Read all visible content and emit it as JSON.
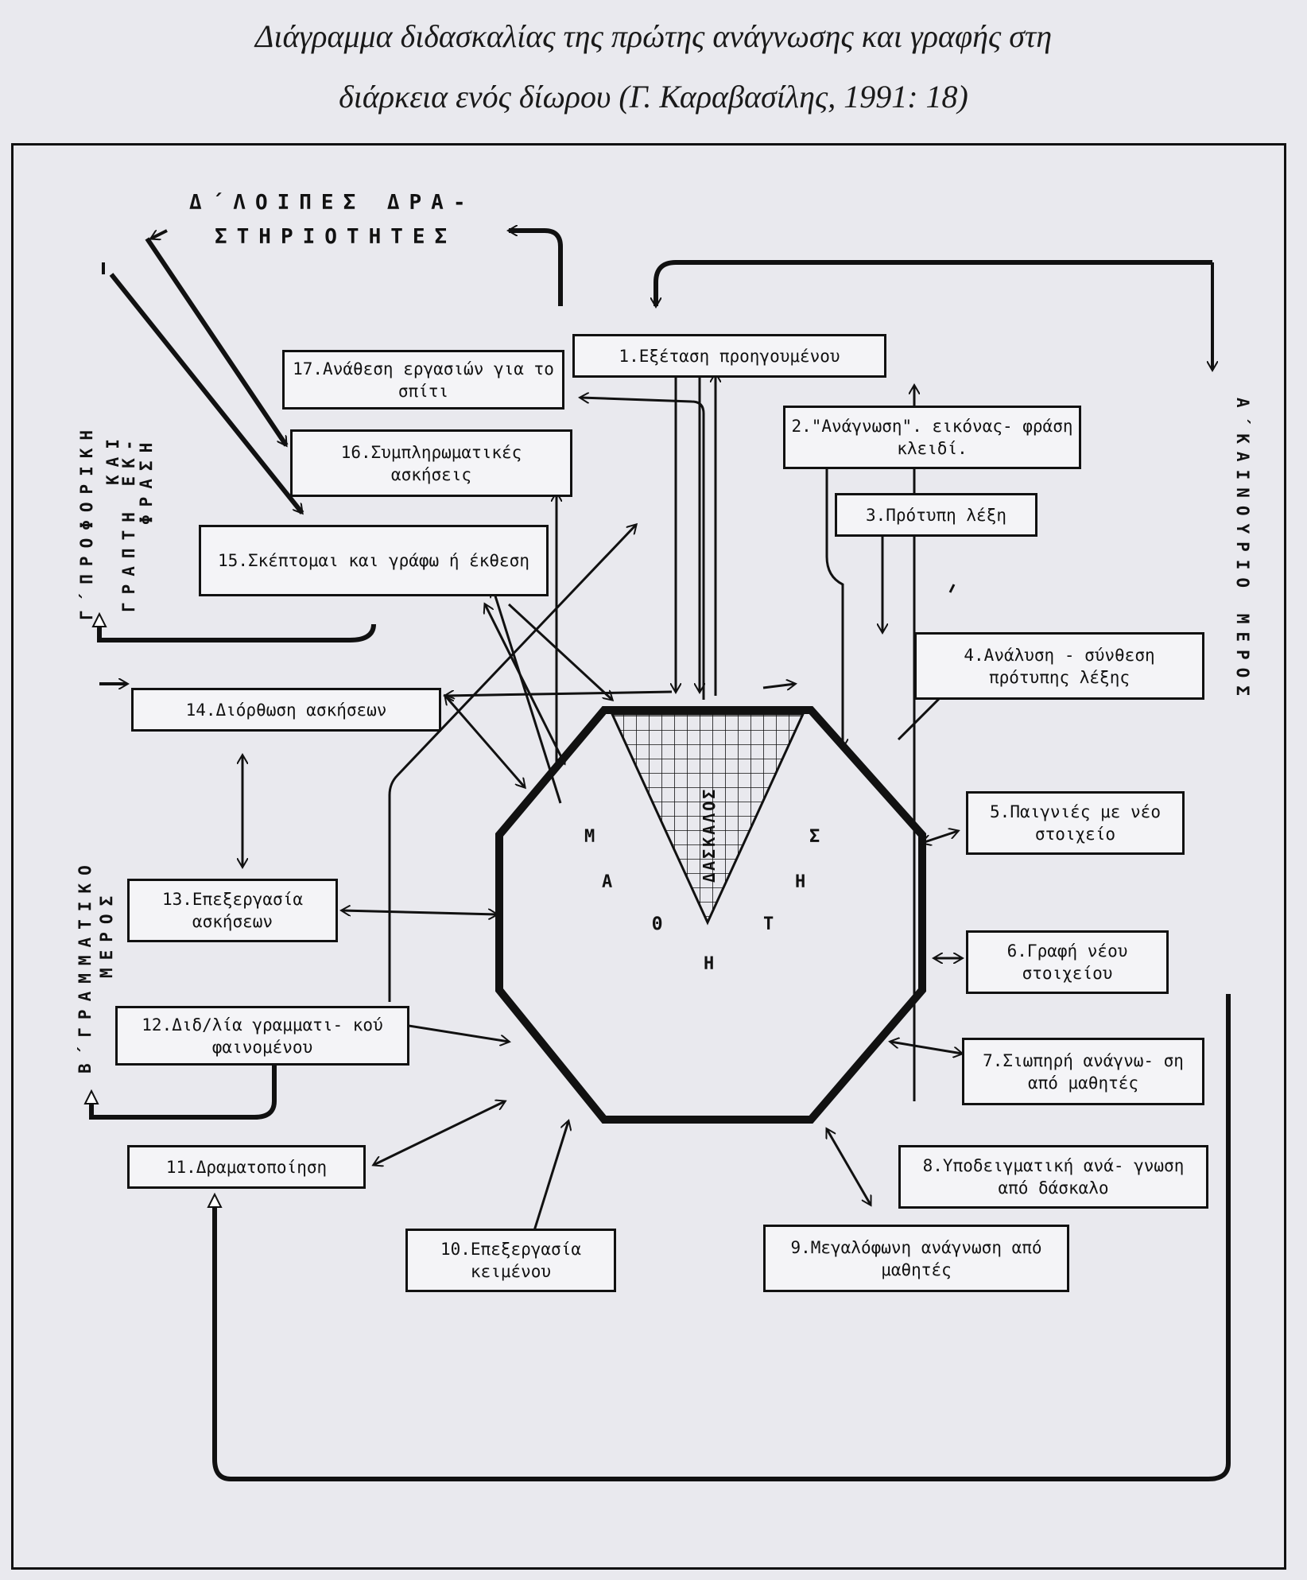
{
  "title": {
    "line1": "Διάγραμμα διδασκαλίας της πρώτης ανάγνωσης και γραφής στη",
    "line2": "διάρκεια ενός δίωρου (Γ. Καραβασίλης, 1991: 18)"
  },
  "labels": {
    "top_other_activities_1": "Δ΄ΛΟΙΠΕΣ ΔΡΑ-",
    "top_other_activities_2": "ΣΤΗΡΙΟΤΗΤΕΣ",
    "left_oral_1": "Γ΄ΠΡΟΦΟΡΙΚΗ",
    "left_oral_2": "ΚΑΙ",
    "left_oral_3": "ΓΡΑΠΤΗ ΕΚ-",
    "left_oral_4": "ΦΡΑΣΗ",
    "left_grammar_1": "Β΄ΓΡΑΜΜΑΤΙΚΟ",
    "left_grammar_2": "ΜΕΡΟΣ",
    "right_new_part": "Α΄ΚΑΙΝΟΥΡΙΟ ΜΕΡΟΣ"
  },
  "center": {
    "teacher": "ΔΑΣΚΑΛΟΣ",
    "letters": [
      "Μ",
      "Α",
      "Θ",
      "Η",
      "Τ",
      "Η",
      "Σ"
    ]
  },
  "steps": [
    {
      "n": "1",
      "text": "1.Εξέταση προηγουμένου"
    },
    {
      "n": "2",
      "text": "2.\"Ανάγνωση\". εικόνας- φράση κλειδί."
    },
    {
      "n": "3",
      "text": "3.Πρότυπη λέξη"
    },
    {
      "n": "4",
      "text": "4.Ανάλυση - σύνθεση πρότυπης λέξης"
    },
    {
      "n": "5",
      "text": "5.Παιγνιές με νέο στοιχείο"
    },
    {
      "n": "6",
      "text": "6.Γραφή νέου στοιχείου"
    },
    {
      "n": "7",
      "text": "7.Σιωπηρή ανάγνω- ση από μαθητές"
    },
    {
      "n": "8",
      "text": "8.Υποδειγματική ανά- γνωση από δάσκαλο"
    },
    {
      "n": "9",
      "text": "9.Μεγαλόφωνη ανάγνωση από μαθητές"
    },
    {
      "n": "10",
      "text": "10.Επεξεργασία κειμένου"
    },
    {
      "n": "11",
      "text": "11.Δραματοποίηση"
    },
    {
      "n": "12",
      "text": "12.Διδ/λία γραμματι- κού φαινομένου"
    },
    {
      "n": "13",
      "text": "13.Επεξεργασία ασκήσεων"
    },
    {
      "n": "14",
      "text": "14.Διόρθωση ασκήσεων"
    },
    {
      "n": "15",
      "text": "15.Σκέπτομαι και γράφω ή έκθεση"
    },
    {
      "n": "16",
      "text": "16.Συμπληρωματικές ασκήσεις"
    },
    {
      "n": "17",
      "text": "17.Ανάθεση εργασιών για το σπίτι"
    }
  ]
}
